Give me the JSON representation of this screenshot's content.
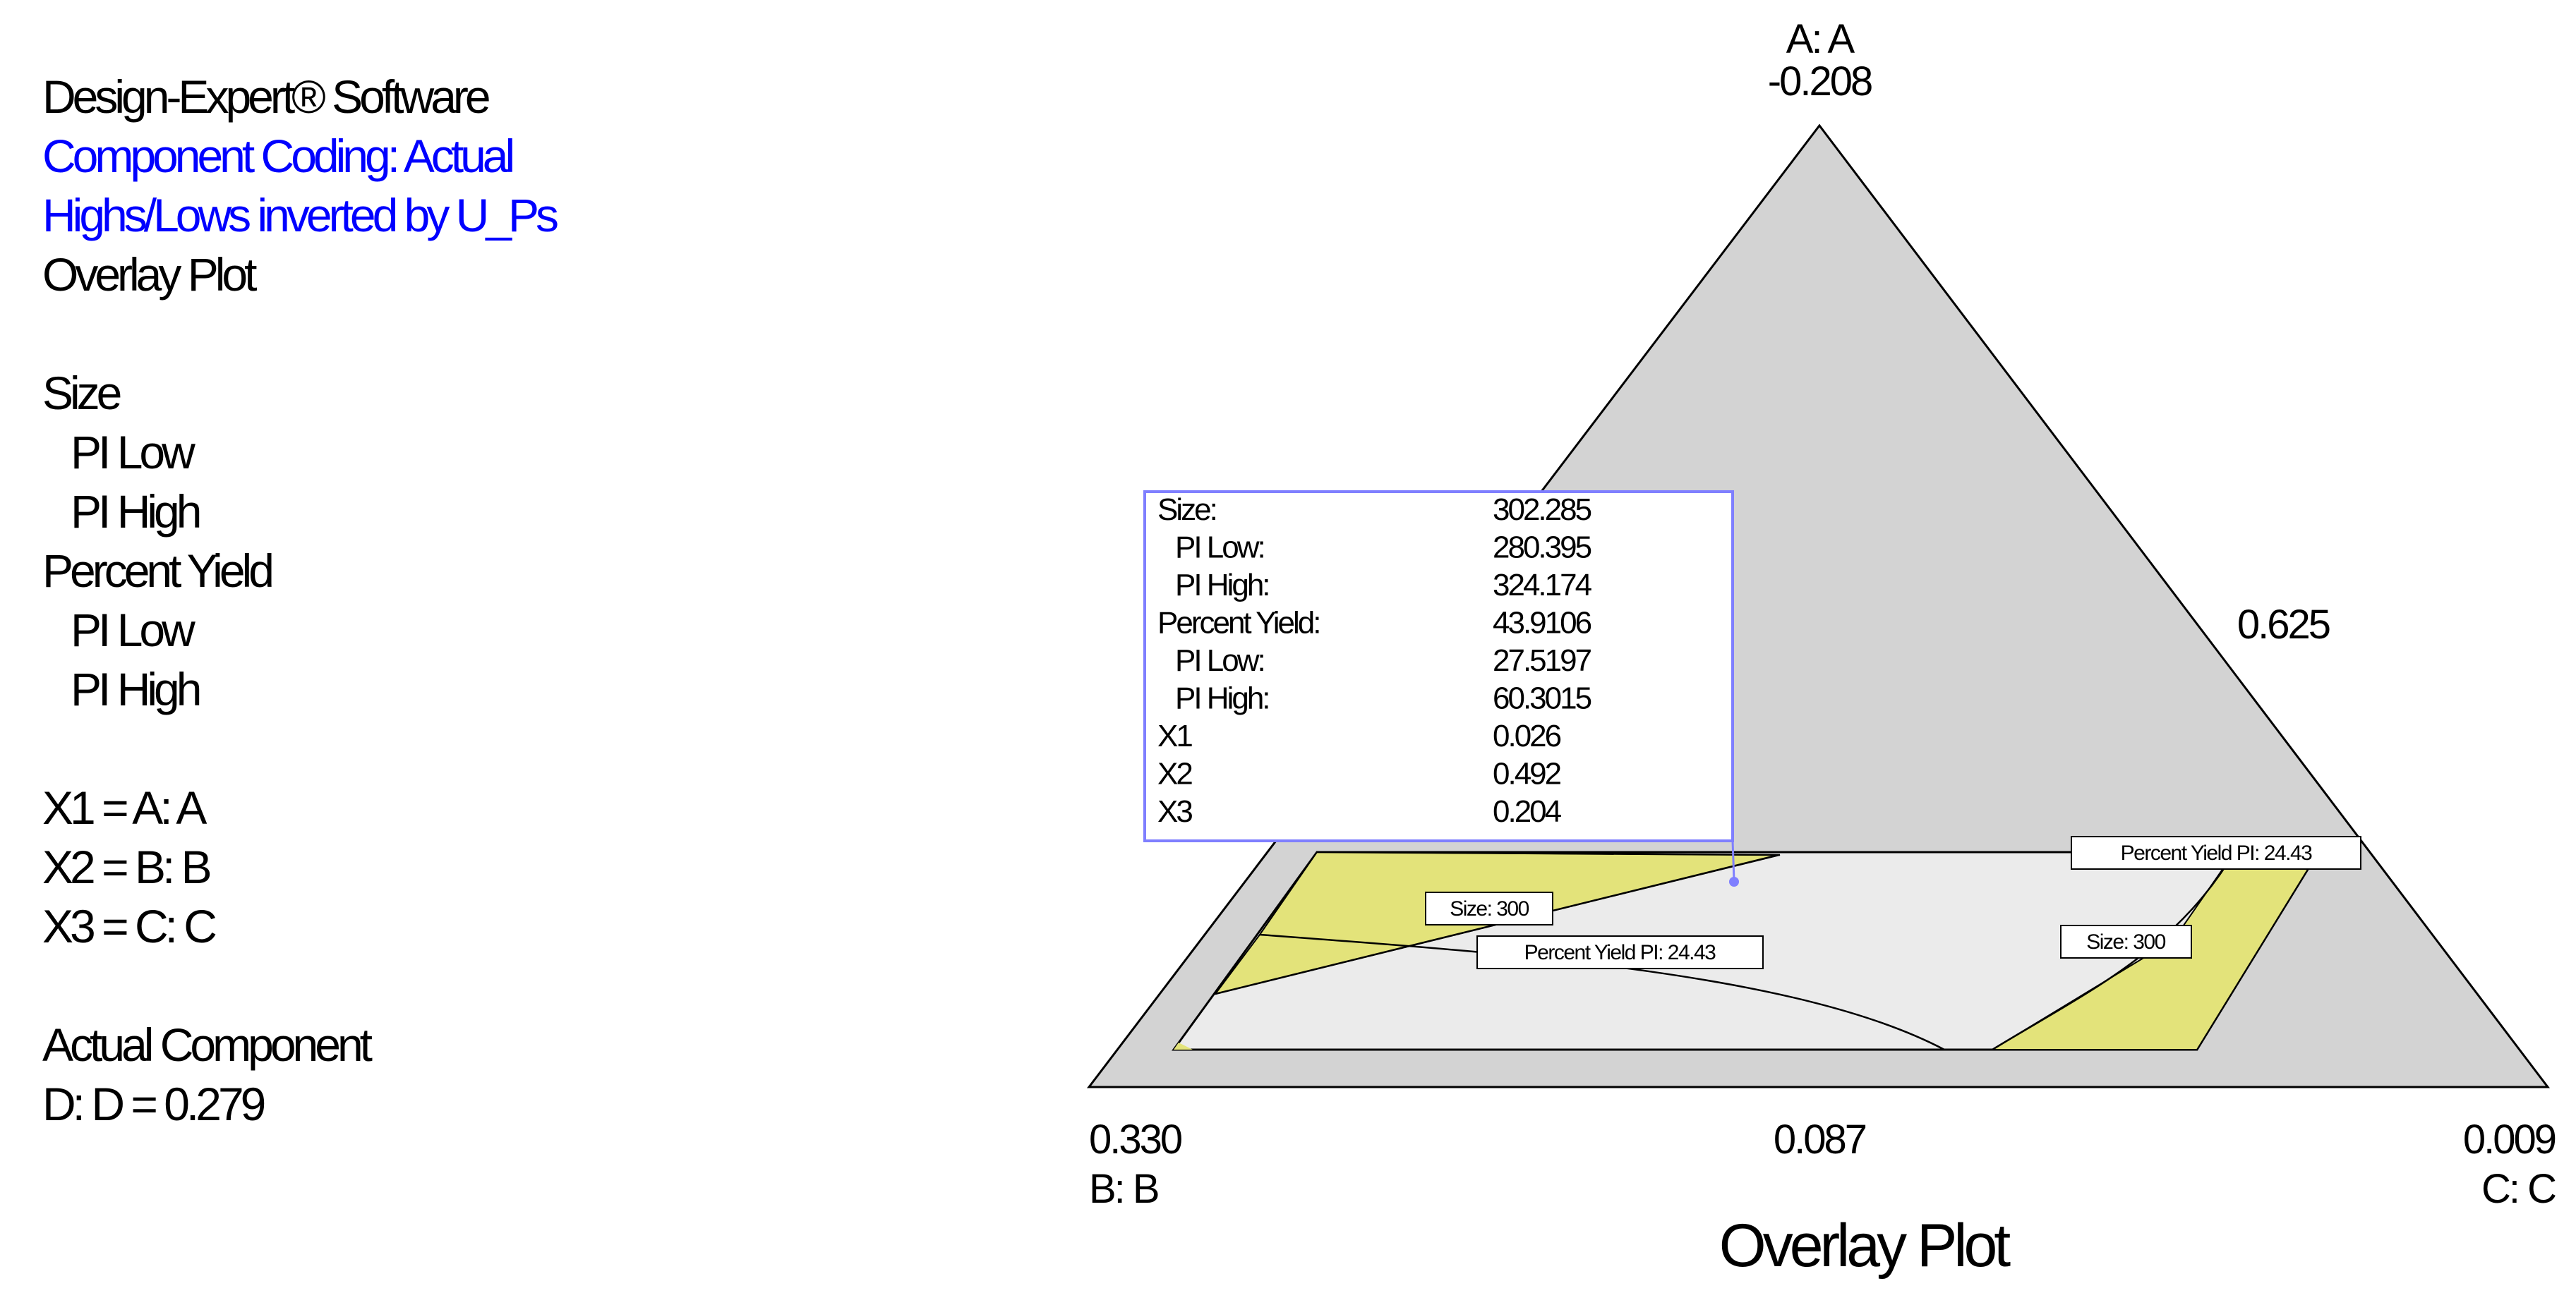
{
  "legend": {
    "software": "Design-Expert® Software",
    "coding": "Component Coding: Actual",
    "inverted": "Highs/Lows inverted by U_Ps",
    "plot_type": "Overlay Plot",
    "size_label": "Size",
    "pi_low": "PI Low",
    "pi_high": "PI High",
    "yield_label": "Percent Yield",
    "x1": "X1 = A: A",
    "x2": "X2 = B: B",
    "x3": "X3 = C: C",
    "actual_component": "Actual Component",
    "d_value": "D: D = 0.279"
  },
  "colors": {
    "outer_region": "#d3d3d3",
    "infeasible_band": "#e3e37a",
    "feasible_region": "#ebebeb",
    "tooltip_border": "#7f7fff",
    "coding_text": "#0000ff"
  },
  "chart_data": {
    "type": "ternary-overlay",
    "title": "Overlay Plot",
    "vertices": {
      "top": {
        "name": "A: A",
        "value": "-0.208"
      },
      "left": {
        "name": "B: B",
        "value": "0.330"
      },
      "right": {
        "name": "C: C",
        "value": "0.009"
      }
    },
    "tick_labels": {
      "right_edge_mid": "0.625",
      "bottom_edge_mid": "0.087"
    },
    "contour_labels": [
      {
        "text": "Size: 300",
        "side": "left"
      },
      {
        "text": "Percent Yield PI: 24.43",
        "side": "left"
      },
      {
        "text": "Percent Yield PI: 24.43",
        "side": "right"
      },
      {
        "text": "Size: 300",
        "side": "right"
      }
    ],
    "flag": {
      "rows": [
        {
          "label": "Size:",
          "value": "302.285"
        },
        {
          "label": "  PI Low:",
          "value": "280.395"
        },
        {
          "label": "  PI High:",
          "value": "324.174"
        },
        {
          "label": "Percent Yield:",
          "value": "43.9106"
        },
        {
          "label": "  PI Low:",
          "value": "27.5197"
        },
        {
          "label": "  PI High:",
          "value": "60.3015"
        },
        {
          "label": "X1",
          "value": "0.026"
        },
        {
          "label": "X2",
          "value": "0.492"
        },
        {
          "label": "X3",
          "value": "0.204"
        }
      ]
    }
  }
}
